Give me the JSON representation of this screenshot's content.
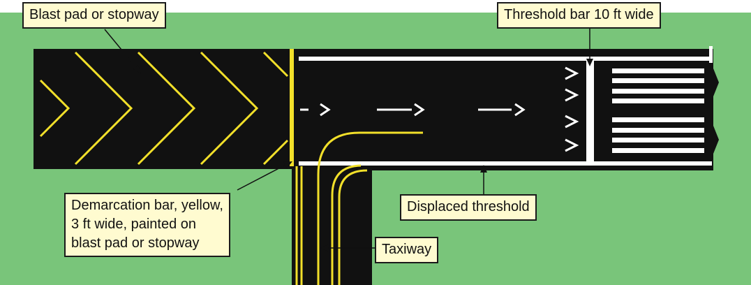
{
  "colors": {
    "grass": "#79c57a",
    "pavement": "#111111",
    "marking_yellow": "#f2e02a",
    "marking_white": "#ffffff",
    "callout_fill": "#fffbd0"
  },
  "callouts": {
    "blast_pad": "Blast pad or stopway",
    "threshold_bar": "Threshold bar 10 ft wide",
    "demarcation_bar": {
      "line1": "Demarcation bar, yellow,",
      "line2": "3 ft wide, painted on",
      "line3": "blast pad or stopway"
    },
    "displaced_threshold": "Displaced threshold",
    "taxiway": "Taxiway"
  }
}
